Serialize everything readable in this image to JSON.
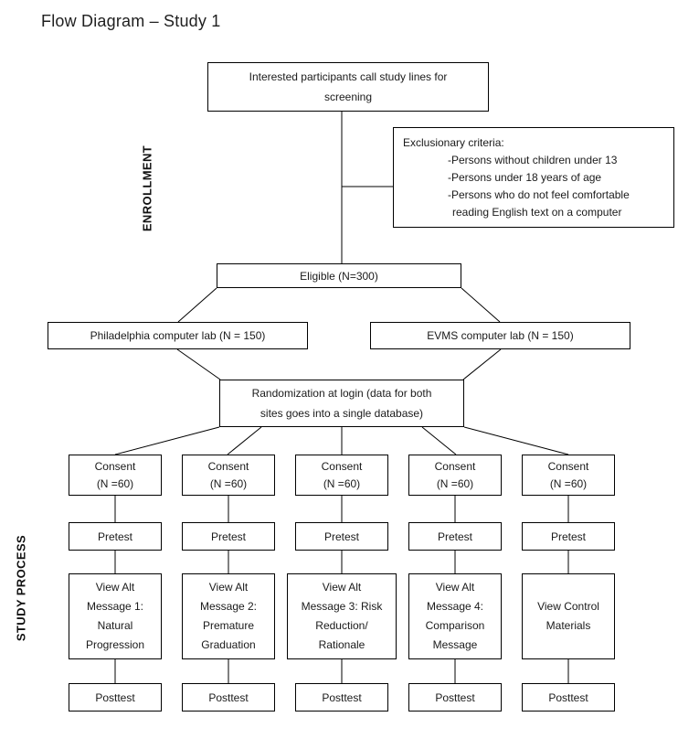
{
  "title": "Flow Diagram – Study 1",
  "section_labels": {
    "enrollment": "ENROLLMENT",
    "study_process": "STUDY PROCESS"
  },
  "enrollment": {
    "screening_box": "Interested participants call study lines for\nscreening",
    "exclusion_box": {
      "heading": "Exclusionary criteria:",
      "items": [
        "-Persons without children under 13",
        "-Persons under 18 years of age",
        "-Persons who do not feel comfortable reading English text on a computer"
      ]
    },
    "eligible_box": "Eligible (N=300)",
    "site_boxes": [
      "Philadelphia computer lab (N = 150)",
      "EVMS computer lab (N = 150)"
    ],
    "randomization_box": "Randomization at login (data for both\nsites goes into a single database)"
  },
  "process": {
    "columns": [
      {
        "consent": "Consent\n(N =60)",
        "pretest": "Pretest",
        "message": "View Alt\nMessage 1:\nNatural\nProgression",
        "posttest": "Posttest"
      },
      {
        "consent": "Consent\n(N =60)",
        "pretest": "Pretest",
        "message": "View Alt\nMessage 2:\nPremature\nGraduation",
        "posttest": "Posttest"
      },
      {
        "consent": "Consent\n(N =60)",
        "pretest": "Pretest",
        "message": "View Alt\nMessage 3: Risk\nReduction/\nRationale",
        "posttest": "Posttest"
      },
      {
        "consent": "Consent\n(N =60)",
        "pretest": "Pretest",
        "message": "View Alt\nMessage 4:\nComparison\nMessage",
        "posttest": "Posttest"
      },
      {
        "consent": "Consent\n(N =60)",
        "pretest": "Pretest",
        "message": "View Control\nMaterials",
        "posttest": "Posttest"
      }
    ]
  }
}
